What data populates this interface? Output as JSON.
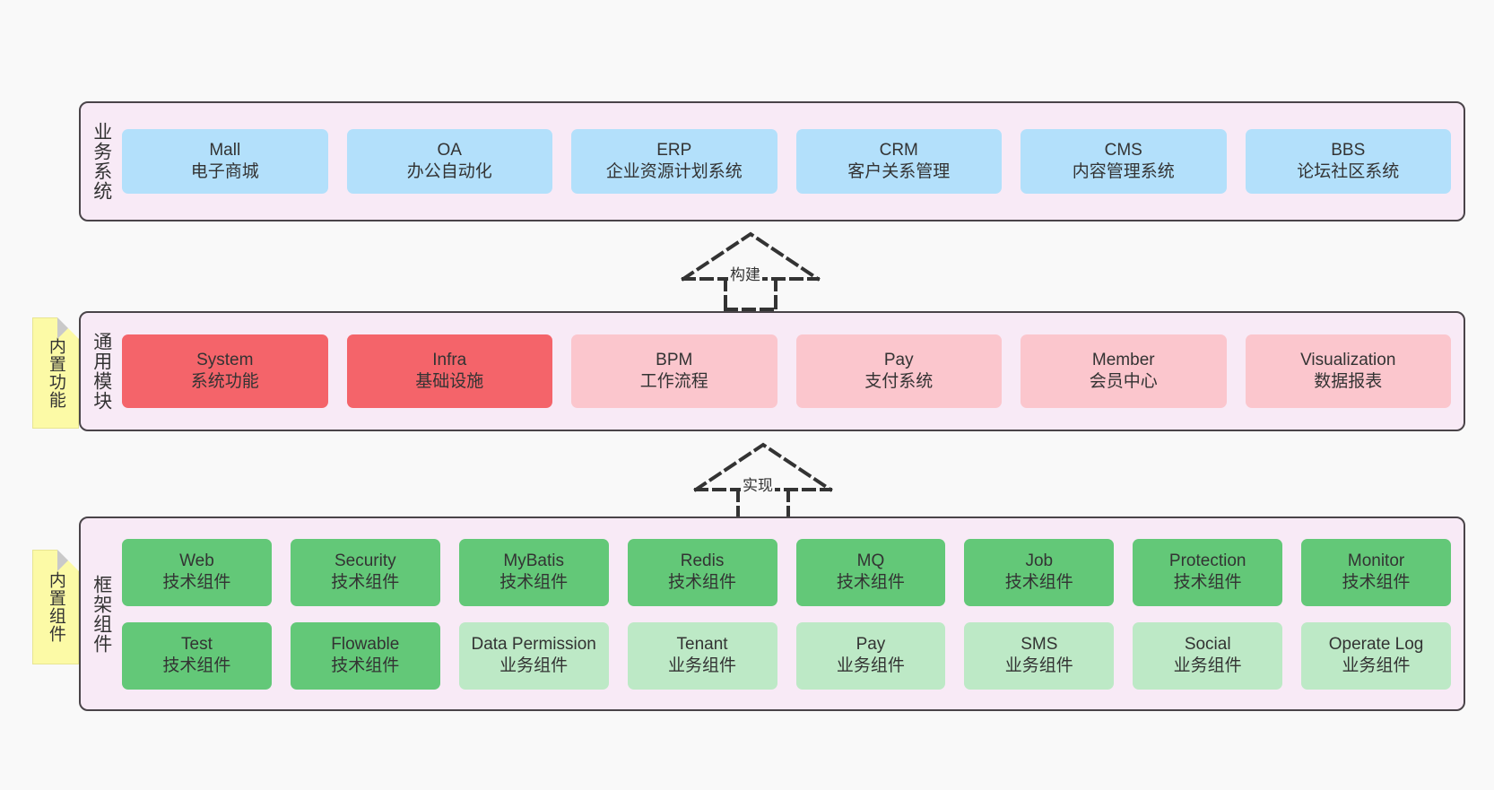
{
  "diagram": {
    "title": "",
    "background": "#f9f9f9",
    "colors": {
      "layer_fill": "#f8eaf6",
      "layer_border": "#4a4449",
      "business_card": "#b3e0fb",
      "module_core_card": "#f4646a",
      "module_card": "#fbc6cd",
      "tech_component_card": "#63c878",
      "business_component_card": "#bde9c6",
      "note_fill": "#fcfaa6"
    }
  },
  "notes": [
    {
      "id": "builtin-function",
      "label": "内置功能"
    },
    {
      "id": "builtin-components",
      "label": "内置组件"
    }
  ],
  "connectors": [
    {
      "id": "build",
      "label": "构建",
      "style": "dashed-hollow-arrow-up"
    },
    {
      "id": "impl",
      "label": "实现",
      "style": "dashed-hollow-arrow-up"
    }
  ],
  "layers": [
    {
      "id": "business",
      "label": "业务系统",
      "rows": [
        {
          "cards": [
            {
              "en": "Mall",
              "cn": "电子商城",
              "variant": "c-blue"
            },
            {
              "en": "OA",
              "cn": "办公自动化",
              "variant": "c-blue"
            },
            {
              "en": "ERP",
              "cn": "企业资源计划系统",
              "variant": "c-blue"
            },
            {
              "en": "CRM",
              "cn": "客户关系管理",
              "variant": "c-blue"
            },
            {
              "en": "CMS",
              "cn": "内容管理系统",
              "variant": "c-blue"
            },
            {
              "en": "BBS",
              "cn": "论坛社区系统",
              "variant": "c-blue"
            }
          ]
        }
      ]
    },
    {
      "id": "modules",
      "label": "通用模块",
      "rows": [
        {
          "cards": [
            {
              "en": "System",
              "cn": "系统功能",
              "variant": "c-red"
            },
            {
              "en": "Infra",
              "cn": "基础设施",
              "variant": "c-red"
            },
            {
              "en": "BPM",
              "cn": "工作流程",
              "variant": "c-pink"
            },
            {
              "en": "Pay",
              "cn": "支付系统",
              "variant": "c-pink"
            },
            {
              "en": "Member",
              "cn": "会员中心",
              "variant": "c-pink"
            },
            {
              "en": "Visualization",
              "cn": "数据报表",
              "variant": "c-pink"
            }
          ]
        }
      ]
    },
    {
      "id": "frame",
      "label": "框架组件",
      "rows": [
        {
          "cards": [
            {
              "en": "Web",
              "cn": "技术组件",
              "variant": "c-green"
            },
            {
              "en": "Security",
              "cn": "技术组件",
              "variant": "c-green"
            },
            {
              "en": "MyBatis",
              "cn": "技术组件",
              "variant": "c-green"
            },
            {
              "en": "Redis",
              "cn": "技术组件",
              "variant": "c-green"
            },
            {
              "en": "MQ",
              "cn": "技术组件",
              "variant": "c-green"
            },
            {
              "en": "Job",
              "cn": "技术组件",
              "variant": "c-green"
            },
            {
              "en": "Protection",
              "cn": "技术组件",
              "variant": "c-green"
            },
            {
              "en": "Monitor",
              "cn": "技术组件",
              "variant": "c-green"
            }
          ]
        },
        {
          "cards": [
            {
              "en": "Test",
              "cn": "技术组件",
              "variant": "c-green"
            },
            {
              "en": "Flowable",
              "cn": "技术组件",
              "variant": "c-green"
            },
            {
              "en": "Data Permission",
              "cn": "业务组件",
              "variant": "c-lightgreen"
            },
            {
              "en": "Tenant",
              "cn": "业务组件",
              "variant": "c-lightgreen"
            },
            {
              "en": "Pay",
              "cn": "业务组件",
              "variant": "c-lightgreen"
            },
            {
              "en": "SMS",
              "cn": "业务组件",
              "variant": "c-lightgreen"
            },
            {
              "en": "Social",
              "cn": "业务组件",
              "variant": "c-lightgreen"
            },
            {
              "en": "Operate Log",
              "cn": "业务组件",
              "variant": "c-lightgreen"
            }
          ]
        }
      ]
    }
  ]
}
